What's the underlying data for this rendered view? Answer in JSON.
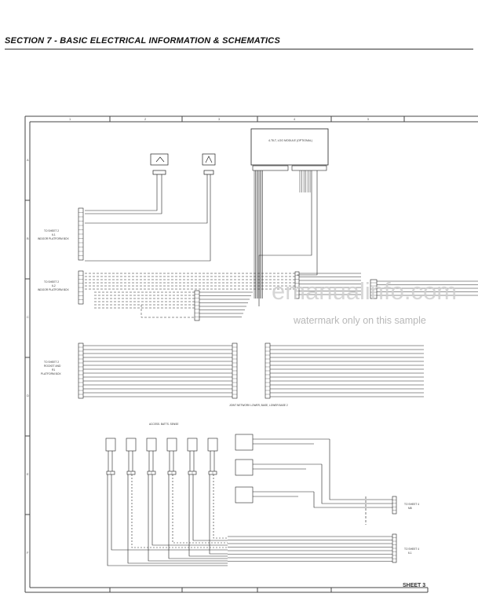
{
  "header": {
    "section_title": "SECTION 7 - BASIC ELECTRICAL INFORMATION & SCHEMATICS"
  },
  "sheet": {
    "label": "SHEET 3",
    "column_markers": [
      "1",
      "2",
      "3",
      "4",
      "5"
    ],
    "row_markers": [
      "A",
      "B",
      "C",
      "D",
      "E",
      "F"
    ]
  },
  "modules": {
    "top_module_label": "4-TILT, LOG MODULE (OPTIONAL)",
    "lower_group_label": "JOINT NETWORK LOWER, BASE, LOWER BASE 2",
    "sensor_group_label": "ACCESS. BATTS. SENSE"
  },
  "references": {
    "left_1": [
      "TO SHEET 2",
      "6-1",
      "INDOOR PLATFORM BOX"
    ],
    "left_2": [
      "TO SHEET 2",
      "6-2",
      "INDOOR PLATFORM BOX"
    ],
    "left_3": [
      "TO SHEET 2",
      "ROCKET AND",
      "R1",
      "PLATFORM BOX"
    ],
    "right_1": [
      "TO SHEET 4",
      "M8"
    ],
    "right_2": [
      "TO SHEET 4",
      "6-1"
    ]
  },
  "watermark": {
    "site": "emanualinfo.com",
    "note": "watermark only on this sample"
  }
}
